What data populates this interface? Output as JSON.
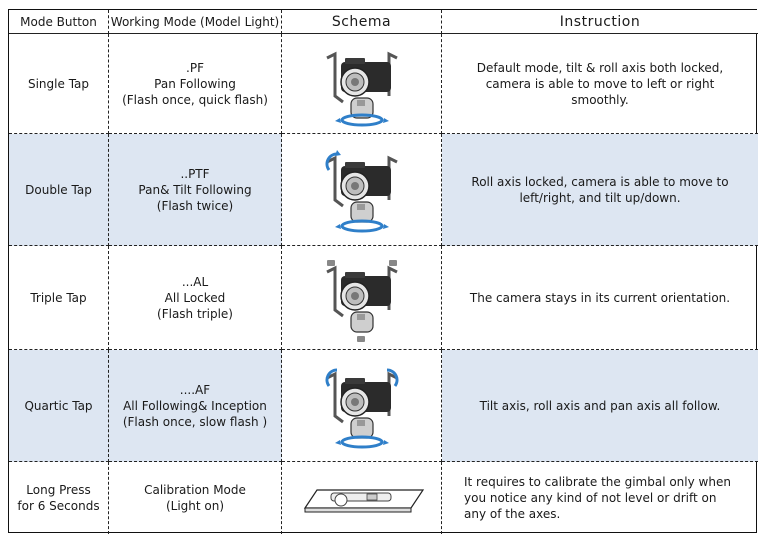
{
  "header": {
    "mode_button": "Mode Button",
    "working_mode": "Working Mode (Model Light)",
    "schema": "Schema",
    "instruction": "Instruction"
  },
  "rows": [
    {
      "button": "Single Tap",
      "mode_code": ".PF",
      "mode_name": "Pan Following",
      "mode_light": "(Flash once, quick flash)",
      "instruction": "Default mode, tilt & roll axis both locked, camera is able to move to left or right smoothly.",
      "schema_icon": "gimbal-pan-following-icon"
    },
    {
      "button": "Double Tap",
      "mode_code": "..PTF",
      "mode_name": "Pan& Tilt Following",
      "mode_light": "(Flash twice)",
      "instruction": "Roll axis locked, camera is able to move to left/right, and tilt up/down.",
      "schema_icon": "gimbal-pan-tilt-following-icon"
    },
    {
      "button": "Triple Tap",
      "mode_code": "...AL",
      "mode_name": "All Locked",
      "mode_light": "(Flash triple)",
      "instruction": "The camera stays in its current orientation.",
      "schema_icon": "gimbal-all-locked-icon"
    },
    {
      "button": "Quartic Tap",
      "mode_code": "....AF",
      "mode_name": "All Following& Inception",
      "mode_light": "(Flash once, slow flash )",
      "instruction": "Tilt axis, roll axis and pan axis all follow.",
      "schema_icon": "gimbal-all-following-icon"
    },
    {
      "button_line1": "Long Press",
      "button_line2": "for 6 Seconds",
      "mode_name": "Calibration Mode",
      "mode_light": "(Light on)",
      "instruction": "It requires to calibrate the gimbal only when you notice any kind of not level or drift on any of the axes.",
      "schema_icon": "gimbal-calibration-flat-icon"
    }
  ],
  "colors": {
    "shade": "#dde6f2",
    "arrow_blue": "#2f7fc9",
    "border": "#222222"
  }
}
